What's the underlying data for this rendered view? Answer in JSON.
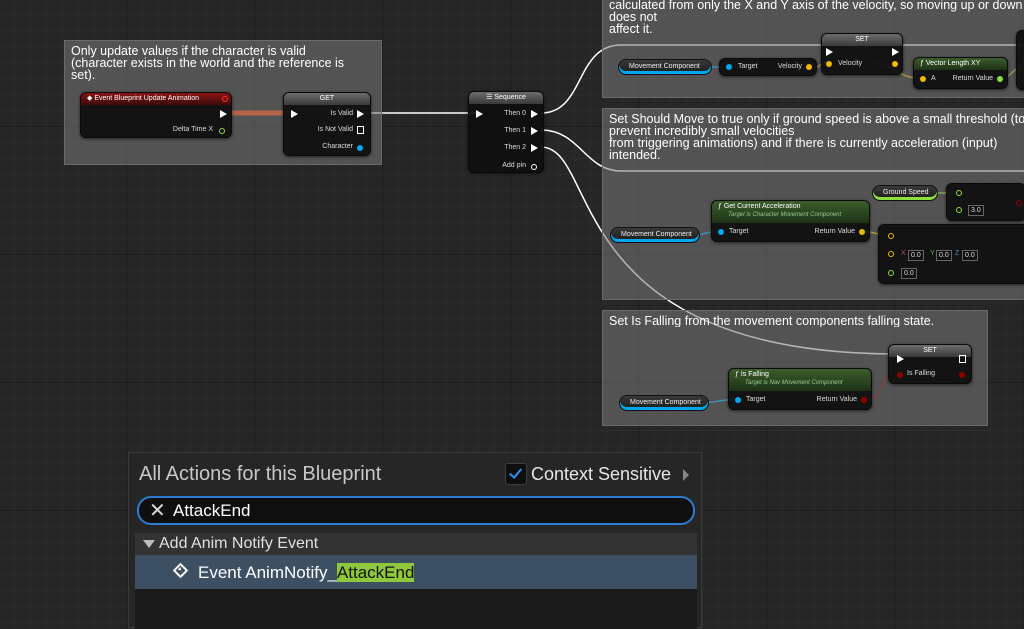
{
  "comments": {
    "c0_text": "calculated from only the X and Y axis of the velocity, so moving up or down does not\naffect it.",
    "c1_text": "Only update values if the character is valid\n(character exists in the world and the reference is\nset).",
    "c2_text": "Set Should Move to true only if ground speed is above a small threshold (to prevent incredibly small velocities\nfrom triggering animations) and if there is currently acceleration (input) intended.",
    "c3_text": "Set Is Falling from the movement components falling state."
  },
  "event_node": {
    "title": "Event Blueprint Update Animation",
    "pin_delta": "Delta Time X"
  },
  "get_node": {
    "title": "GET",
    "pin_valid": "Is Valid",
    "pin_not_valid": "Is Not Valid",
    "pin_character": "Character"
  },
  "sequence_node": {
    "title": "Sequence",
    "then0": "Then 0",
    "then1": "Then 1",
    "then2": "Then 2",
    "add_pin": "Add pin"
  },
  "velocity_row": {
    "movement_component": "Movement Component",
    "target": "Target",
    "velocity_out": "Velocity",
    "set_title": "SET",
    "set_velocity": "Velocity",
    "vlxy_title": "Vector Length XY",
    "vlxy_a": "A",
    "vlxy_return": "Return Value"
  },
  "accel_row": {
    "ground_speed": "Ground Speed",
    "threshold": "3.0",
    "gca_title": "Get Current Acceleration",
    "gca_sub": "Target is Character Movement Component",
    "movement_component": "Movement Component",
    "target": "Target",
    "return": "Return Value",
    "vec_x_label": "X",
    "vec_x": "0.0",
    "vec_y_label": "Y",
    "vec_y": "0.0",
    "vec_z_label": "Z",
    "vec_z": "0.0",
    "tolerance": "0.0"
  },
  "falling_row": {
    "movement_component": "Movement Component",
    "if_title": "Is Falling",
    "if_sub": "Target is Nav Movement Component",
    "target": "Target",
    "return": "Return Value",
    "set_title": "SET",
    "set_is_falling": "Is Falling"
  },
  "action_menu": {
    "title": "All Actions for this Blueprint",
    "context_sensitive": "Context Sensitive",
    "search_value": "AttackEnd",
    "category": "Add Anim Notify Event",
    "item_prefix": "Event AnimNotify_",
    "item_match": "AttackEnd"
  },
  "colors": {
    "exec": "#ffffff",
    "object_pin": "#00a8f0",
    "struct_pin": "#f0b800",
    "float_pin": "#8ce03c",
    "bool_pin": "#8c0000",
    "search_border": "#2a7bd4",
    "highlight": "#8fc83a",
    "selected_row": "#3d4f63"
  }
}
